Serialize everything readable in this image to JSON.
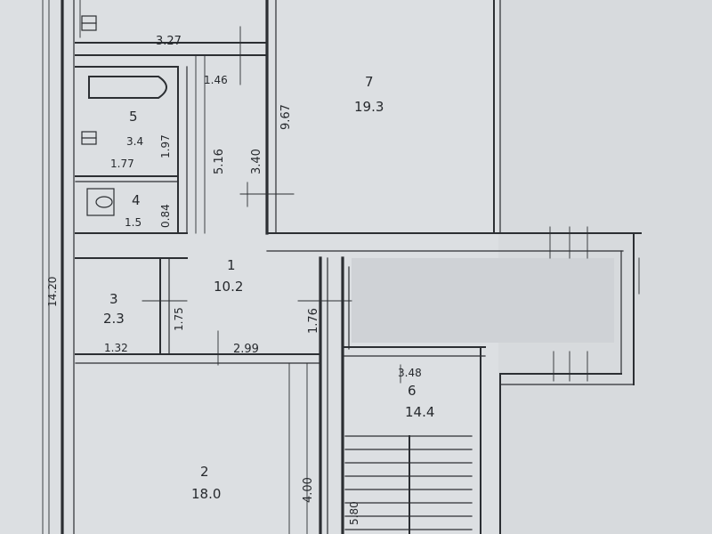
{
  "rooms": {
    "bathroom": {
      "number": "5",
      "area": "3.4"
    },
    "toilet": {
      "number": "4",
      "area": "1.5"
    },
    "hall": {
      "number": "1",
      "area": "10.2"
    },
    "storage": {
      "number": "3",
      "area": "2.3"
    },
    "living": {
      "number": "2",
      "area": "18.0"
    },
    "bedroom": {
      "number": "7",
      "area": "19.3"
    },
    "kitchen": {
      "number": "6",
      "area": "14.4"
    }
  },
  "dimensions": {
    "bath_width": "3.27",
    "bath_small": "1.46",
    "bath_height": "1.97",
    "bath_lower": "1.77",
    "toilet_side": "0.84",
    "hall_length": "5.16",
    "corridor_width": "3.40",
    "bedroom_side": "9.67",
    "outer_left": "14.20",
    "storage_side": "1.75",
    "storage_width": "1.32",
    "hall_lower_width": "2.99",
    "right_hall_side": "1.76",
    "kitchen_width": "3.48",
    "living_height": "4.00",
    "stair_label": "5.80"
  }
}
